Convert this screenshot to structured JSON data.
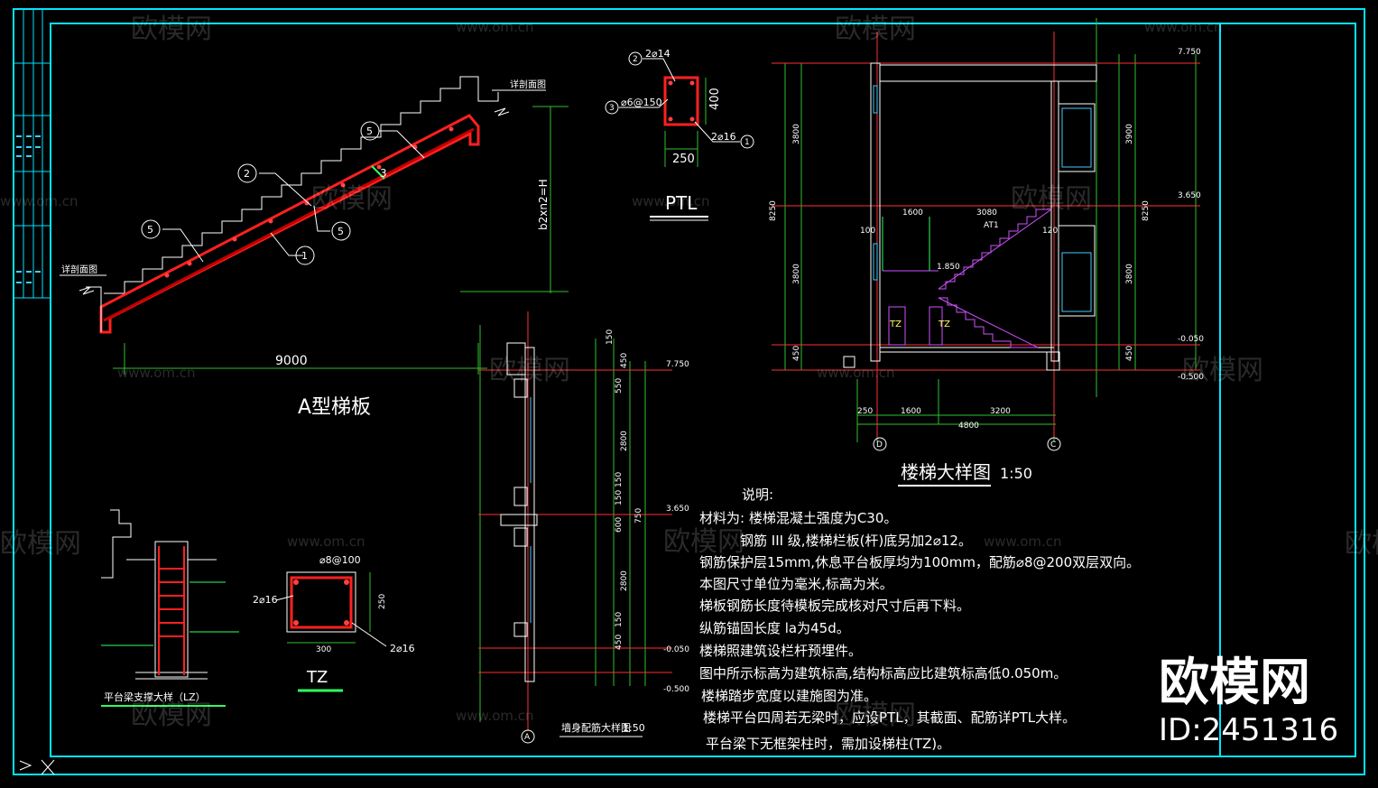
{
  "colors": {
    "background": "#000000",
    "frame": "#00e5ff",
    "concrete": "#ff2020",
    "dimension": "#30c030",
    "text": "#ffffff",
    "axis": "#ff3030",
    "magenta": "#d050ff",
    "green": "#30ff60"
  },
  "stair_slab": {
    "title": "A型梯板",
    "span": "9000",
    "height_dim": "b2xn2=H",
    "section_label_top": "详剖面图",
    "section_label_bottom": "详剖面图",
    "callouts": [
      "5",
      "2",
      "5",
      "5",
      "1",
      "3"
    ]
  },
  "ptl": {
    "title": "PTL",
    "top_bar": "2⌀14",
    "stirrup": "⌀6@150",
    "bottom_bar": "2⌀16",
    "width": "250",
    "height": "400",
    "marks": [
      "2",
      "3",
      "1"
    ]
  },
  "stair_detail": {
    "title": "楼梯大样图",
    "scale": "1:50",
    "elevations": [
      "7.750",
      "3.650",
      "-0.050",
      "-0.500"
    ],
    "left_dims": [
      "3800",
      "8250",
      "3800",
      "450"
    ],
    "right_dims": [
      "3900",
      "8250",
      "3800",
      "450"
    ],
    "bottom_dims": [
      "250",
      "1600",
      "3200",
      "4800"
    ],
    "axes": [
      "D",
      "C"
    ],
    "inner_dims": [
      "1600",
      "3080",
      "120",
      "100"
    ],
    "labels": [
      "TZ",
      "TZ",
      "AT1"
    ],
    "level": "1.850"
  },
  "wall_detail": {
    "title": "墙身配筋大样图",
    "scale": "1:50",
    "elevations": [
      "7.750",
      "3.650",
      "-0.050",
      "-0.500"
    ],
    "dims": [
      "150",
      "450",
      "550",
      "2800",
      "150",
      "150",
      "600",
      "2800",
      "150",
      "450",
      "750"
    ],
    "axis": "A"
  },
  "lz": {
    "title": "平台梁支撑大样（LZ）"
  },
  "tz": {
    "title": "TZ",
    "stirrup": "⌀8@100",
    "left_bar": "2⌀16",
    "right_bar": "2⌀16",
    "width": "300",
    "height": "250"
  },
  "notes": {
    "heading": "说明:",
    "lines": [
      "材料为: 楼梯混凝土强度为C30。",
      "钢筋 III 级,楼梯栏板(杆)底另加2⌀12。",
      "钢筋保护层15mm,休息平台板厚均为100mm，配筋⌀8@200双层双向。",
      "本图尺寸单位为毫米,标高为米。",
      "梯板钢筋长度待模板完成核对尺寸后再下料。",
      "纵筋锚固长度 la为45d。",
      "楼梯照建筑设栏杆预埋件。",
      "图中所示标高为建筑标高,结构标高应比建筑标高低0.050m。",
      "楼梯踏步宽度以建施图为准。",
      "楼梯平台四周若无梁时，应设PTL，其截面、配筋详PTL大样。",
      "平台梁下无框架柱时，需加设梯柱(TZ)。"
    ]
  },
  "watermark": {
    "site": "www.om.cn",
    "brand": "欧模网",
    "id": "ID:2451316"
  }
}
